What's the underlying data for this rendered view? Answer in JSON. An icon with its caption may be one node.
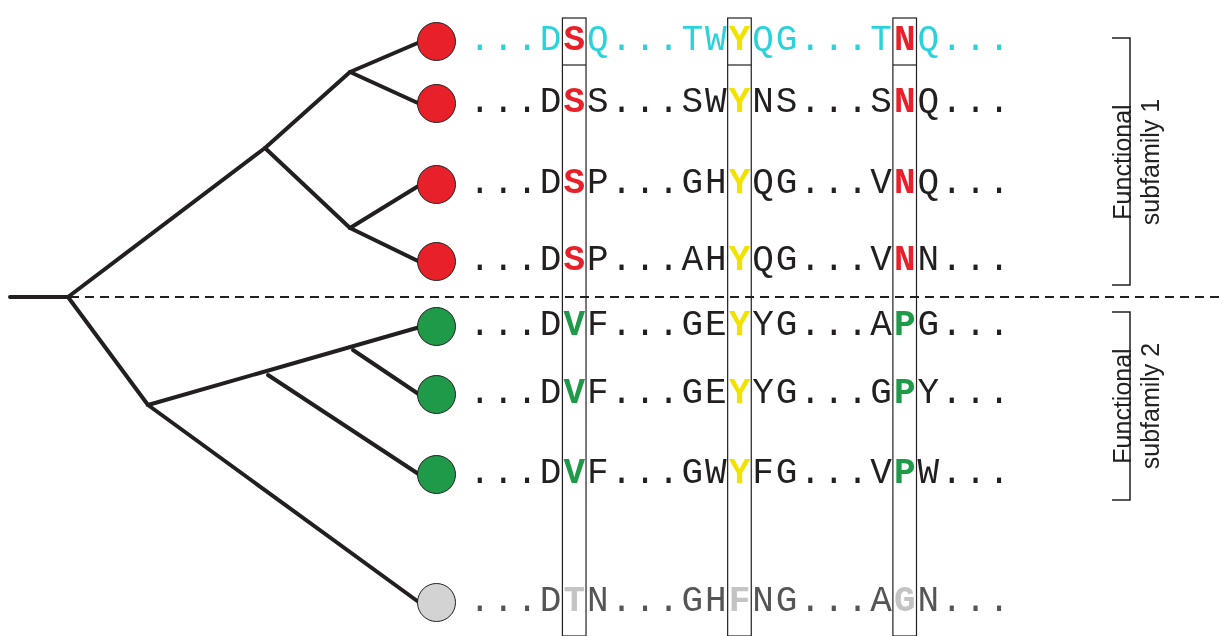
{
  "diagram": {
    "nodes": [
      {
        "text": [],
        "shape": "circle",
        "beside": [
          "...DSQ...TWYQG...TNQ..."
        ]
      },
      {
        "text": [],
        "shape": "circle",
        "beside": [
          "...DSS...SWYNS...SNQ..."
        ]
      },
      {
        "text": [],
        "shape": "circle",
        "beside": [
          "...DSP...GHYQG...VNQ..."
        ]
      },
      {
        "text": [],
        "shape": "circle",
        "beside": [
          "...DSP...AHYQG...VNN..."
        ]
      },
      {
        "text": [],
        "shape": "circle",
        "beside": [
          "...DVF...GEYYG...APG..."
        ]
      },
      {
        "text": [],
        "shape": "circle",
        "beside": [
          "...DVF...GEYYG...GPY..."
        ]
      },
      {
        "text": [],
        "shape": "circle",
        "beside": [
          "...DVF...GWYFG...VPW..."
        ]
      },
      {
        "text": [],
        "shape": "circle",
        "beside": [
          "...DTN...GHFNG...AGN..."
        ]
      }
    ],
    "labels": [
      "Functional subfamily 1",
      "Functional subfamily 2"
    ]
  }
}
